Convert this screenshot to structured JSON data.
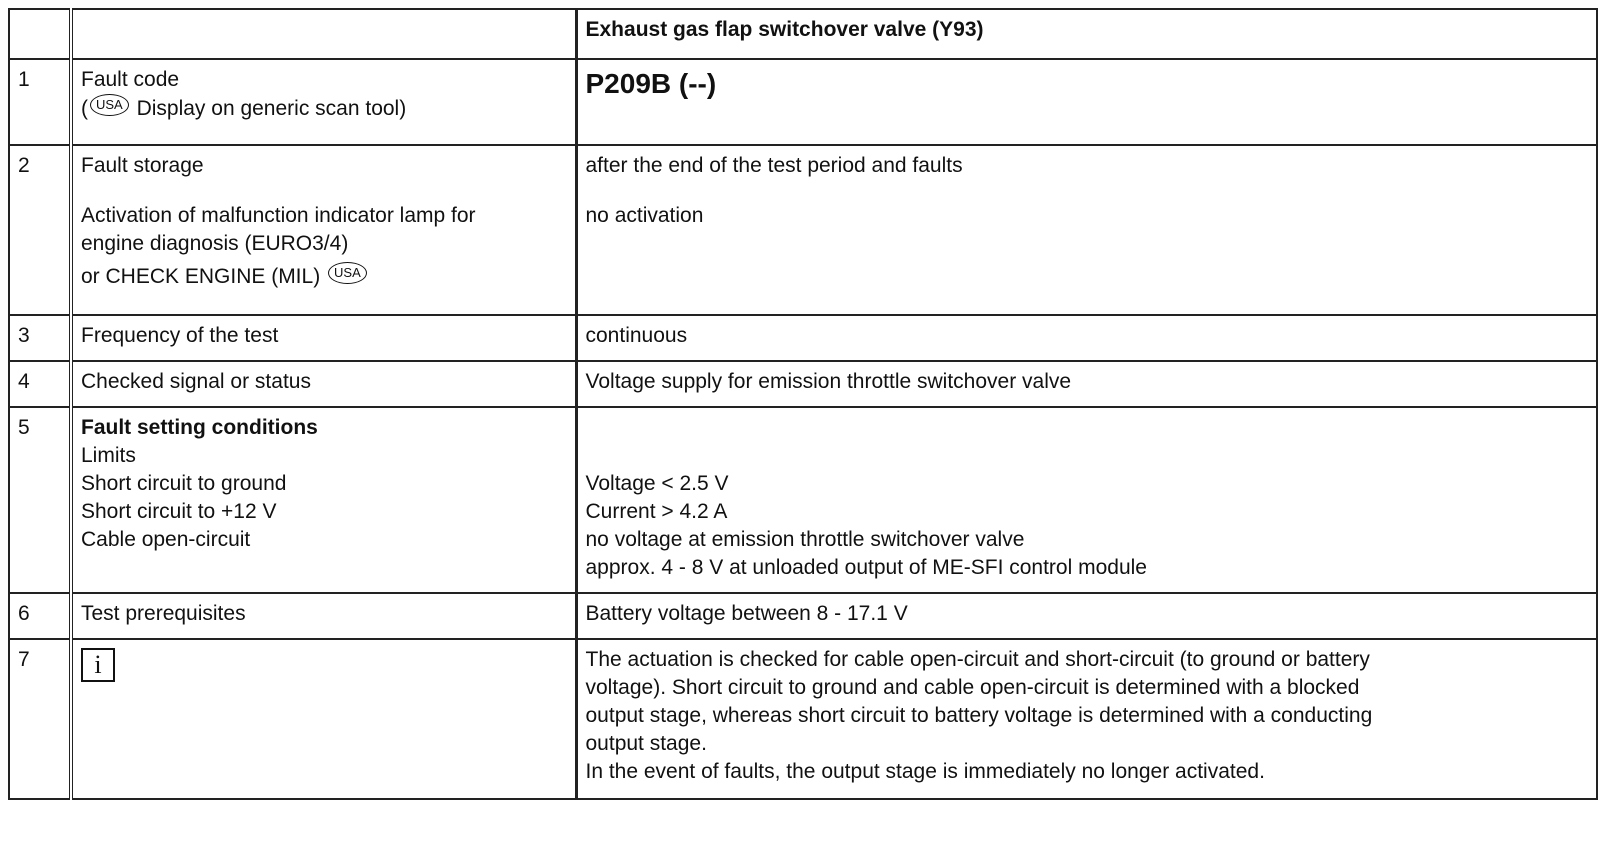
{
  "header": {
    "title": "Exhaust gas flap switchover valve (Y93)"
  },
  "rows": [
    {
      "num": "1",
      "label": "Fault code",
      "label_note_open": "(",
      "label_note_badge": "USA",
      "label_note_text": " Display on generic scan tool)",
      "value": "P209B (--)"
    },
    {
      "num": "2",
      "label": "Fault storage",
      "value": "after the end of the test period and faults",
      "label2_line1": "Activation of malfunction indicator lamp for",
      "label2_line2": "engine diagnosis (EURO3/4)",
      "label2_line3": "or CHECK ENGINE (MIL)",
      "label2_badge": "USA",
      "value2": "no activation"
    },
    {
      "num": "3",
      "label": "Frequency of the test",
      "value": "continuous"
    },
    {
      "num": "4",
      "label": "Checked signal or status",
      "value": "Voltage supply for emission throttle switchover valve"
    },
    {
      "num": "5",
      "label_title": "Fault setting conditions",
      "label_lines": [
        "Limits",
        "Short circuit to ground",
        "Short circuit to +12 V",
        "Cable open-circuit"
      ],
      "value_lines": [
        "Voltage < 2.5 V",
        "Current > 4.2 A",
        "no voltage at emission throttle switchover valve",
        "approx. 4 - 8 V at unloaded output of ME-SFI control module"
      ]
    },
    {
      "num": "6",
      "label": "Test prerequisites",
      "value": "Battery voltage between 8 - 17.1 V"
    },
    {
      "num": "7",
      "icon": "info-icon",
      "icon_glyph": "i",
      "value_lines": [
        "The actuation is checked for cable open-circuit and short-circuit (to ground or battery",
        "voltage). Short circuit to ground and cable open-circuit is determined with a blocked",
        "output stage, whereas short circuit to battery voltage is determined with a conducting",
        "output stage.",
        "In the event of faults, the output stage is immediately no longer activated."
      ]
    }
  ]
}
